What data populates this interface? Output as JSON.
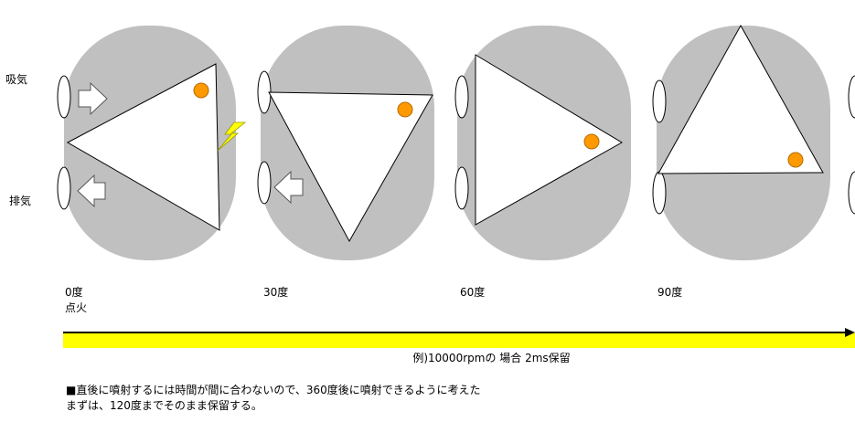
{
  "labels": {
    "intake": "吸気",
    "exhaust": "排気",
    "ignition": "点火"
  },
  "angles": [
    "0度",
    "30度",
    "60度",
    "90度"
  ],
  "timeline": {
    "caption": "例)10000rpmの 場合  2ms保留",
    "bar_color": "#ffff00"
  },
  "note": {
    "line1": "■直後に噴射するには時間が間に合わないので、360度後に噴射できるように考えた",
    "line2": "まずは、120度までそのまま保留する。"
  },
  "colors": {
    "housing": "#c0c0c0",
    "rotor": "#ffffff",
    "marker": "#ff9900",
    "spark": "#ffff00"
  },
  "icons": [
    "arrow-right-icon",
    "arrow-left-icon",
    "lightning-bolt-icon"
  ]
}
